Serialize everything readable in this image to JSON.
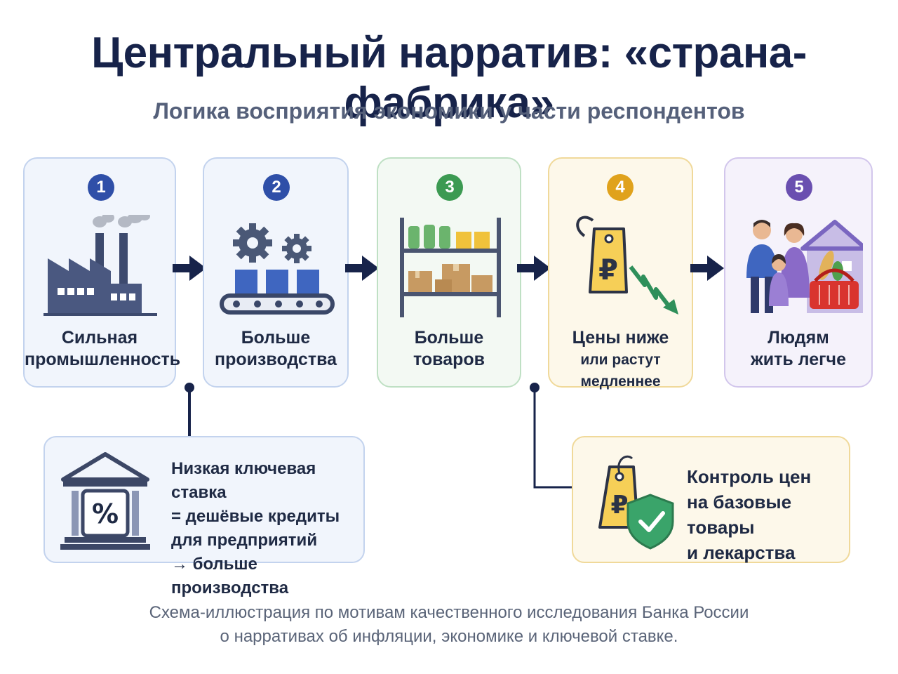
{
  "title": "Центральный нарратив: «страна-фабрика»",
  "subtitle": "Логика восприятия экономики у части респондентов",
  "steps": [
    {
      "num": "1",
      "line1": "Сильная",
      "line2": "промышленность",
      "icon": "factory-icon",
      "color": "#2f4fa8"
    },
    {
      "num": "2",
      "line1": "Больше",
      "line2": "производства",
      "icon": "conveyor-gears-icon",
      "color": "#2f4fa8"
    },
    {
      "num": "3",
      "line1": "Больше",
      "line2": "товаров",
      "icon": "goods-shelf-icon",
      "color": "#3c9a52"
    },
    {
      "num": "4",
      "line1": "Цены ниже",
      "line2": "или растут медленнее",
      "icon": "ruble-price-tag-down-icon",
      "color": "#e0a21c"
    },
    {
      "num": "5",
      "line1": "Людям",
      "line2": "жить легче",
      "icon": "family-home-basket-icon",
      "color": "#6a4fb0"
    }
  ],
  "note_left": {
    "icon": "bank-percent-icon",
    "lines": [
      "Низкая ключевая ставка",
      "= дешёвые кредиты",
      "для предприятий",
      "→ больше производства"
    ]
  },
  "note_right": {
    "icon": "price-tag-shield-check-icon",
    "lines": [
      "Контроль цен",
      "на базовые товары",
      "и лекарства"
    ]
  },
  "footnote": [
    "Схема-иллюстрация по мотивам качественного исследования Банка России",
    "о нарративах об инфляции, экономике и ключевой ставке."
  ],
  "colors": {
    "navy": "#17234a",
    "blue": "#2f4fa8",
    "green": "#3c9a52",
    "amber": "#e0a21c",
    "purple": "#6a4fb0"
  }
}
